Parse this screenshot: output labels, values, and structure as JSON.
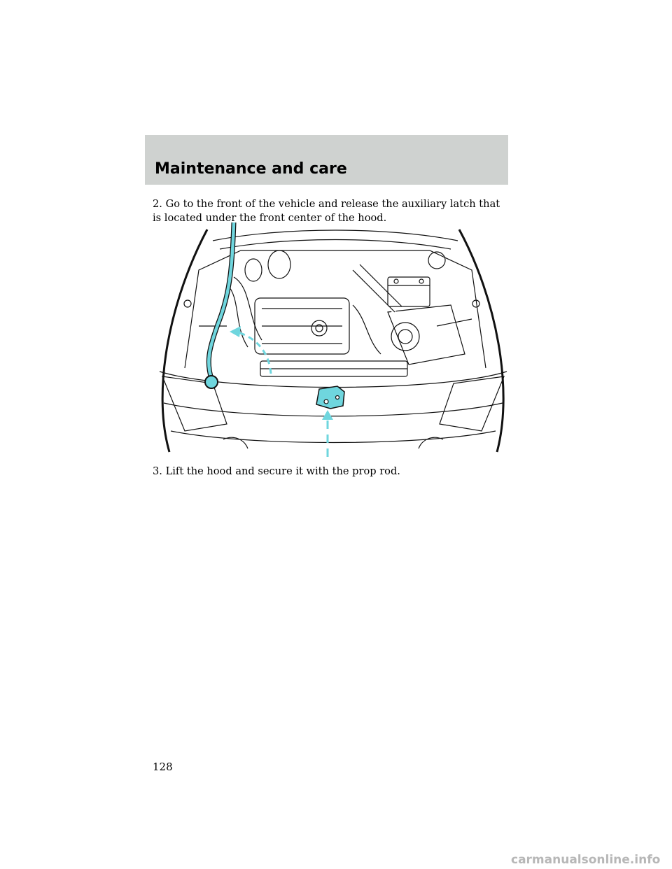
{
  "header": {
    "title": "Maintenance and care"
  },
  "body": {
    "step2": "2. Go to the front of the vehicle and release the auxiliary latch that is located under the front center of the hood.",
    "step3": "3. Lift the hood and secure it with the prop rod."
  },
  "figure": {
    "callout_color": "#6fd6de"
  },
  "footer": {
    "page_number": "128"
  },
  "watermark": "carmanualsonline.info"
}
